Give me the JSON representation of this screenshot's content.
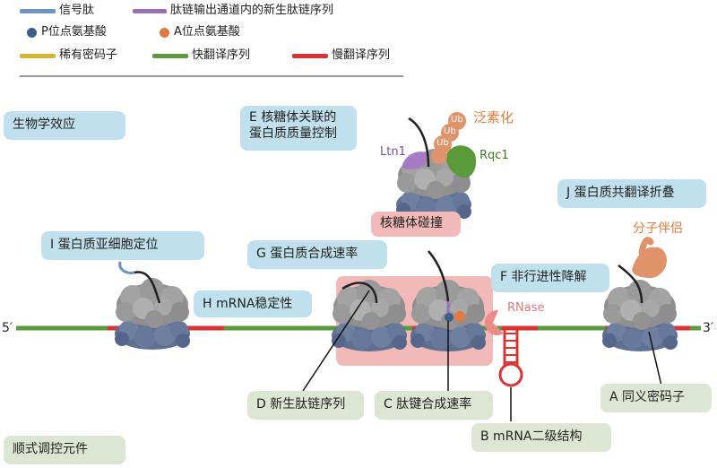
{
  "legend": {
    "signal_peptide": "信号肽",
    "nascent_chain": "肽链输出通道内的新生肽链序列",
    "p_site": "P位点氨基酸",
    "a_site": "A位点氨基酸",
    "rare_codon": "稀有密码子",
    "fast_seq": "快翻译序列",
    "slow_seq": "慢翻译序列"
  },
  "colors": {
    "signal_peptide": "#6f93c2",
    "nascent_chain": "#9b6fb5",
    "p_site": "#3e5f8a",
    "a_site": "#e07a3e",
    "rare_codon": "#d8b52e",
    "fast_seq": "#5a9a3a",
    "slow_seq": "#d83434"
  },
  "boxes": {
    "bio_effects": "生物学效应",
    "E": "E 核糖体关联的",
    "E2": "蛋白质质量控制",
    "collision": "核糖体碰撞",
    "I": "I 蛋白质亚细胞定位",
    "G": "G 蛋白质合成速率",
    "J": "J 蛋白质共翻译折叠",
    "H": "H mRNA稳定性",
    "F": "F 非行进性降解",
    "D": "D 新生肽链序列",
    "C": "C 肽键合成速率",
    "A": "A 同义密码子",
    "B": "B mRNA二级结构",
    "cis": "顺式调控元件"
  },
  "labels": {
    "ubiquitination": "泛素化",
    "ub": "Ub",
    "ltn1": "Ltn1",
    "rqc1": "Rqc1",
    "chaperone": "分子伴侣",
    "rnase": "RNase",
    "five_prime": "5′",
    "three_prime": "3′"
  }
}
